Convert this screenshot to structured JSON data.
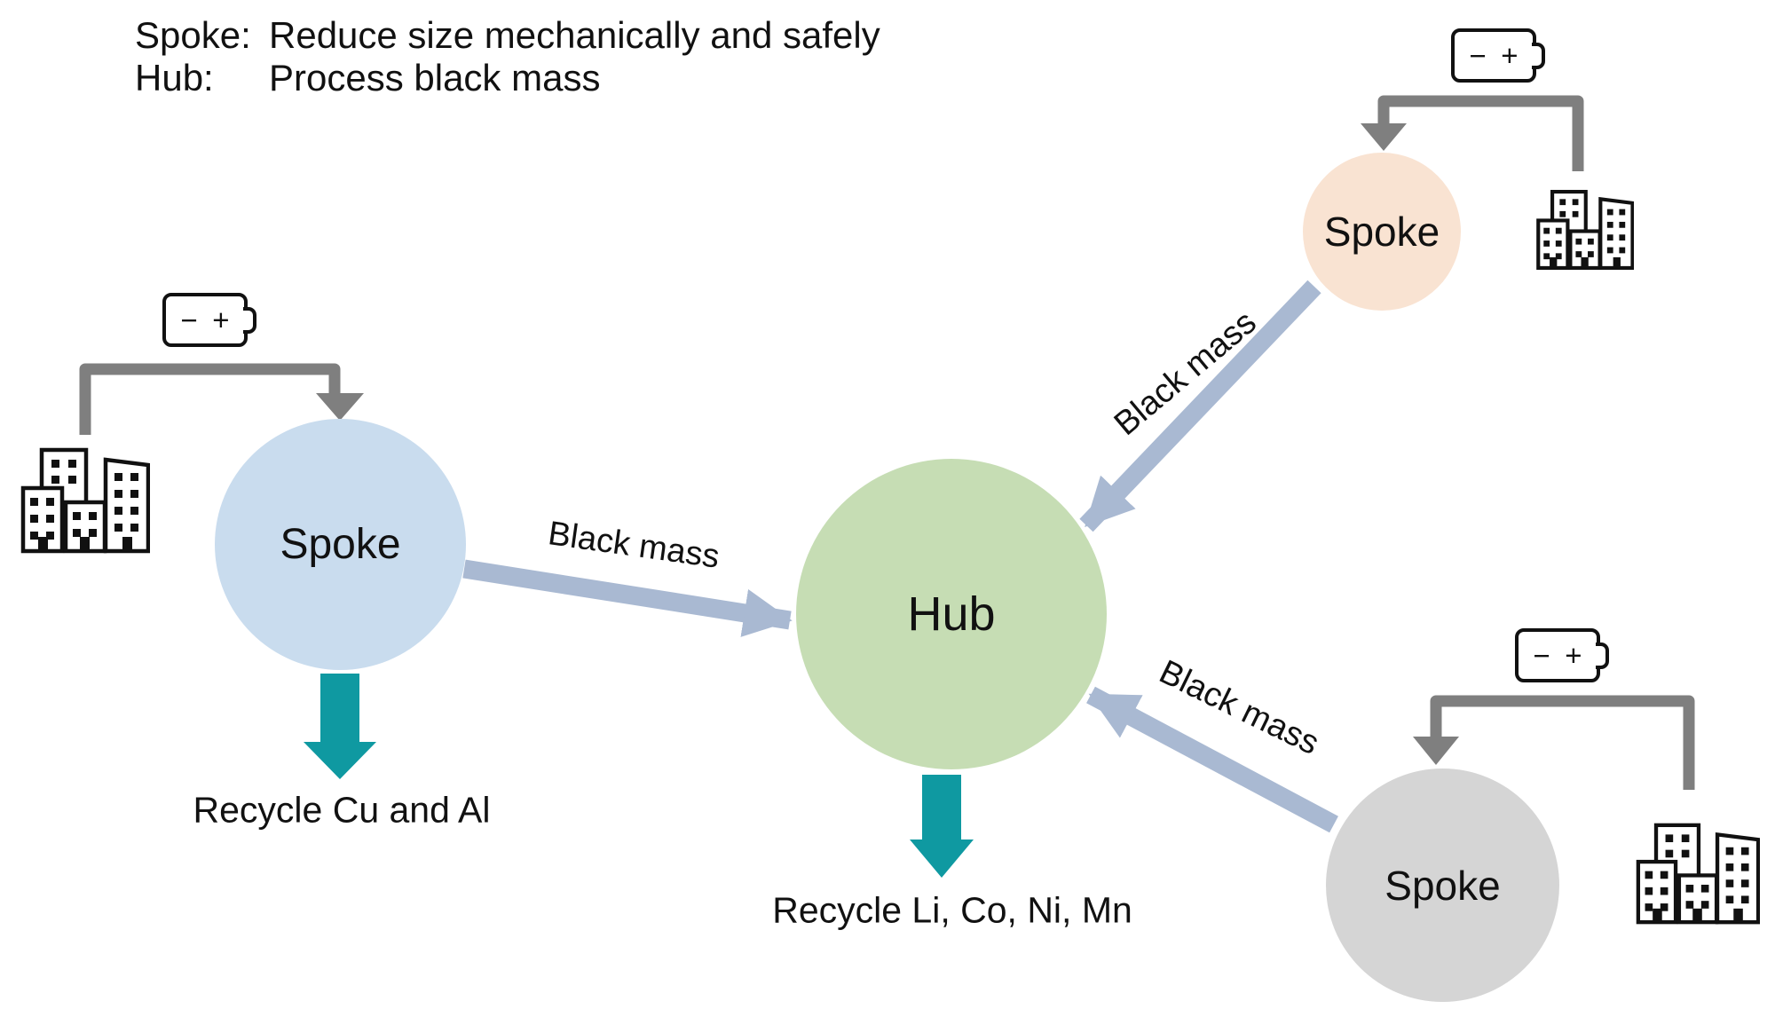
{
  "legend": {
    "rows": [
      {
        "term": "Spoke:",
        "definition": "Reduce size mechanically and safely"
      },
      {
        "term": "Hub:",
        "definition": "Process black mass"
      }
    ]
  },
  "nodes": {
    "hub": {
      "label": "Hub"
    },
    "spoke_left": {
      "label": "Spoke"
    },
    "spoke_top_right": {
      "label": "Spoke"
    },
    "spoke_bottom_right": {
      "label": "Spoke"
    }
  },
  "flows": {
    "left": {
      "label": "Black mass"
    },
    "top_right": {
      "label": "Black mass"
    },
    "bottom_right": {
      "label": "Black mass"
    }
  },
  "outputs": {
    "spoke_left": {
      "label": "Recycle Cu and Al"
    },
    "hub": {
      "label": "Recycle Li, Co, Ni, Mn"
    }
  },
  "battery": {
    "minus": "−",
    "plus": "+"
  },
  "colors": {
    "canvas_bg": "#ffffff",
    "text": "#111111",
    "hub_fill": "#c6ddb4",
    "spoke_left_fill": "#c9dcee",
    "spoke_top_right_fill": "#f9e3d2",
    "spoke_bottom_right_fill": "#d5d5d5",
    "flow_arrow": "#a9b9d2",
    "collection_arrow": "#7f7f7f",
    "output_arrow": "#0f99a1",
    "icon_outline": "#111111"
  }
}
